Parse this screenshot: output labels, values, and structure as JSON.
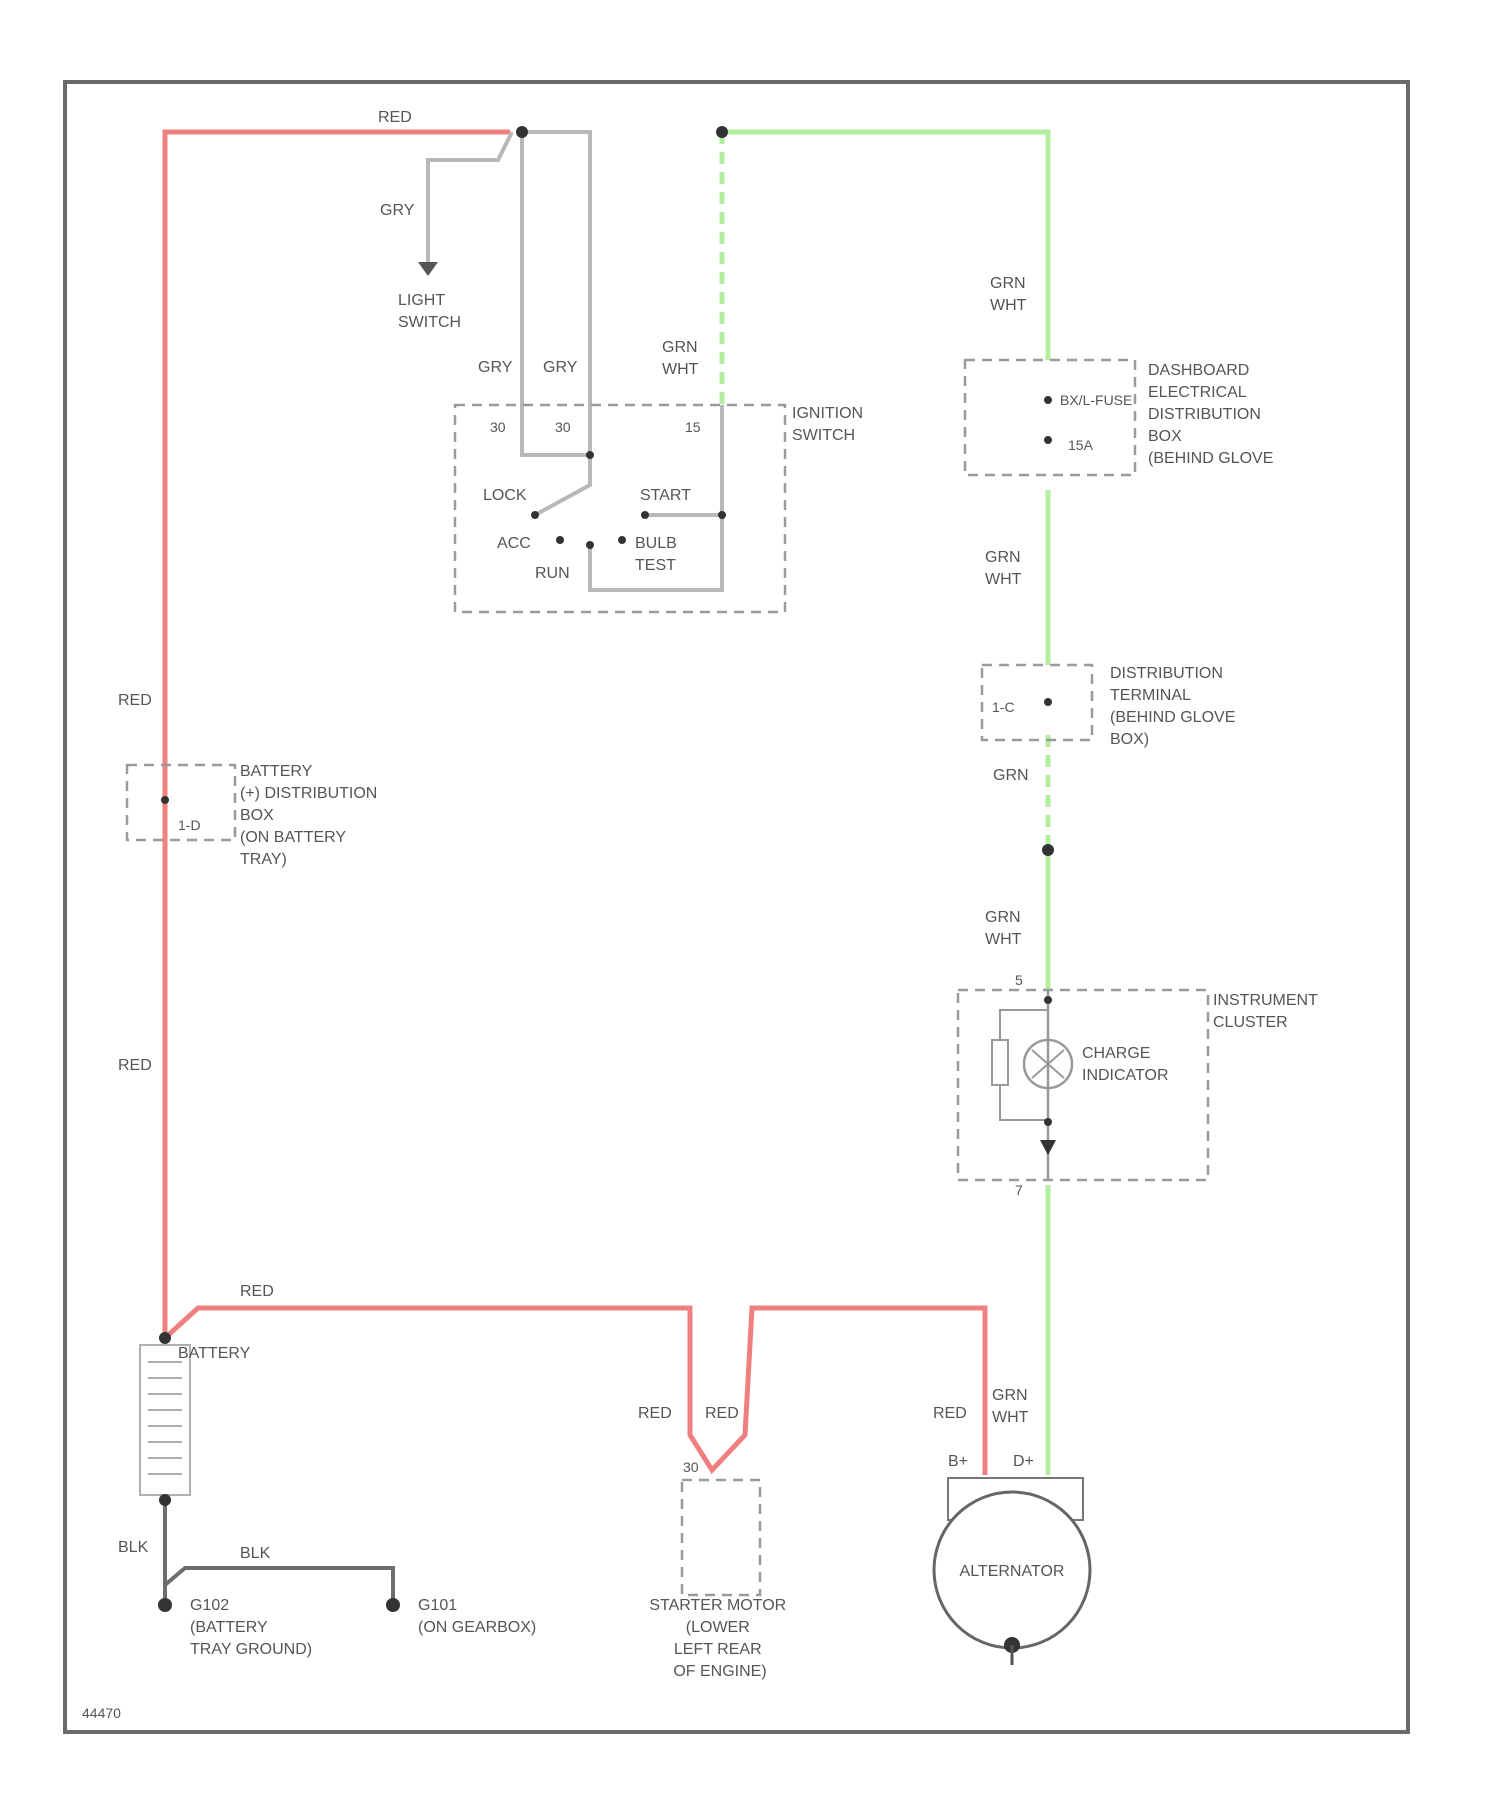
{
  "wire_colors": {
    "red": "#f08080",
    "green": "#b2f0a0",
    "gray": "#b8b8b8",
    "black": "#6e6e6e"
  },
  "labels": {
    "red_top": "RED",
    "gry_light": "GRY",
    "light_switch": [
      "LIGHT",
      "SWITCH"
    ],
    "gry_1": "GRY",
    "gry_2": "GRY",
    "grn_wht_ign": [
      "GRN",
      "WHT"
    ],
    "ign_t30a": "30",
    "ign_t30b": "30",
    "ign_t15": "15",
    "lock": "LOCK",
    "acc": "ACC",
    "run": "RUN",
    "start": "START",
    "bulb_test": [
      "BULB",
      "TEST"
    ],
    "ignition_switch": [
      "IGNITION",
      "SWITCH"
    ],
    "grn_wht_a": [
      "GRN",
      "WHT"
    ],
    "fuse_name": "BX/L-FUSE",
    "fuse_val": "15A",
    "dashboard_box": [
      "DASHBOARD",
      "ELECTRICAL",
      "DISTRIBUTION",
      "BOX",
      "(BEHIND GLOVE"
    ],
    "grn_wht_b": [
      "GRN",
      "WHT"
    ],
    "dist_terminal": [
      "DISTRIBUTION",
      "TERMINAL",
      "(BEHIND GLOVE",
      "BOX)"
    ],
    "dist_val": "1-C",
    "grn": "GRN",
    "grn_wht_c": [
      "GRN",
      "WHT"
    ],
    "pin_5": "5",
    "pin_7": "7",
    "instrument_cluster": [
      "INSTRUMENT",
      "CLUSTER"
    ],
    "charge_indicator": [
      "CHARGE",
      "INDICATOR"
    ],
    "red_left_1": "RED",
    "battery_box": [
      "BATTERY",
      "(+) DISTRIBUTION",
      "BOX",
      "(ON BATTERY",
      "TRAY)"
    ],
    "battery_box_val": "1-D",
    "red_left_2": "RED",
    "red_bottom": "RED",
    "battery": "BATTERY",
    "red_s1": "RED",
    "red_s2": "RED",
    "red_alt": "RED",
    "grn_wht_alt": [
      "GRN",
      "WHT"
    ],
    "b_plus": "B+",
    "d_plus": "D+",
    "blk_1": "BLK",
    "blk_2": "BLK",
    "g102": [
      "G102",
      "(BATTERY",
      "TRAY GROUND)"
    ],
    "g101": [
      "G101",
      "(ON GEARBOX)"
    ],
    "starter": [
      "STARTER MOTOR",
      "(LOWER",
      "LEFT REAR",
      "OF ENGINE)"
    ],
    "starter_pin": "30",
    "alternator": "ALTERNATOR",
    "footer_code": "44470"
  }
}
